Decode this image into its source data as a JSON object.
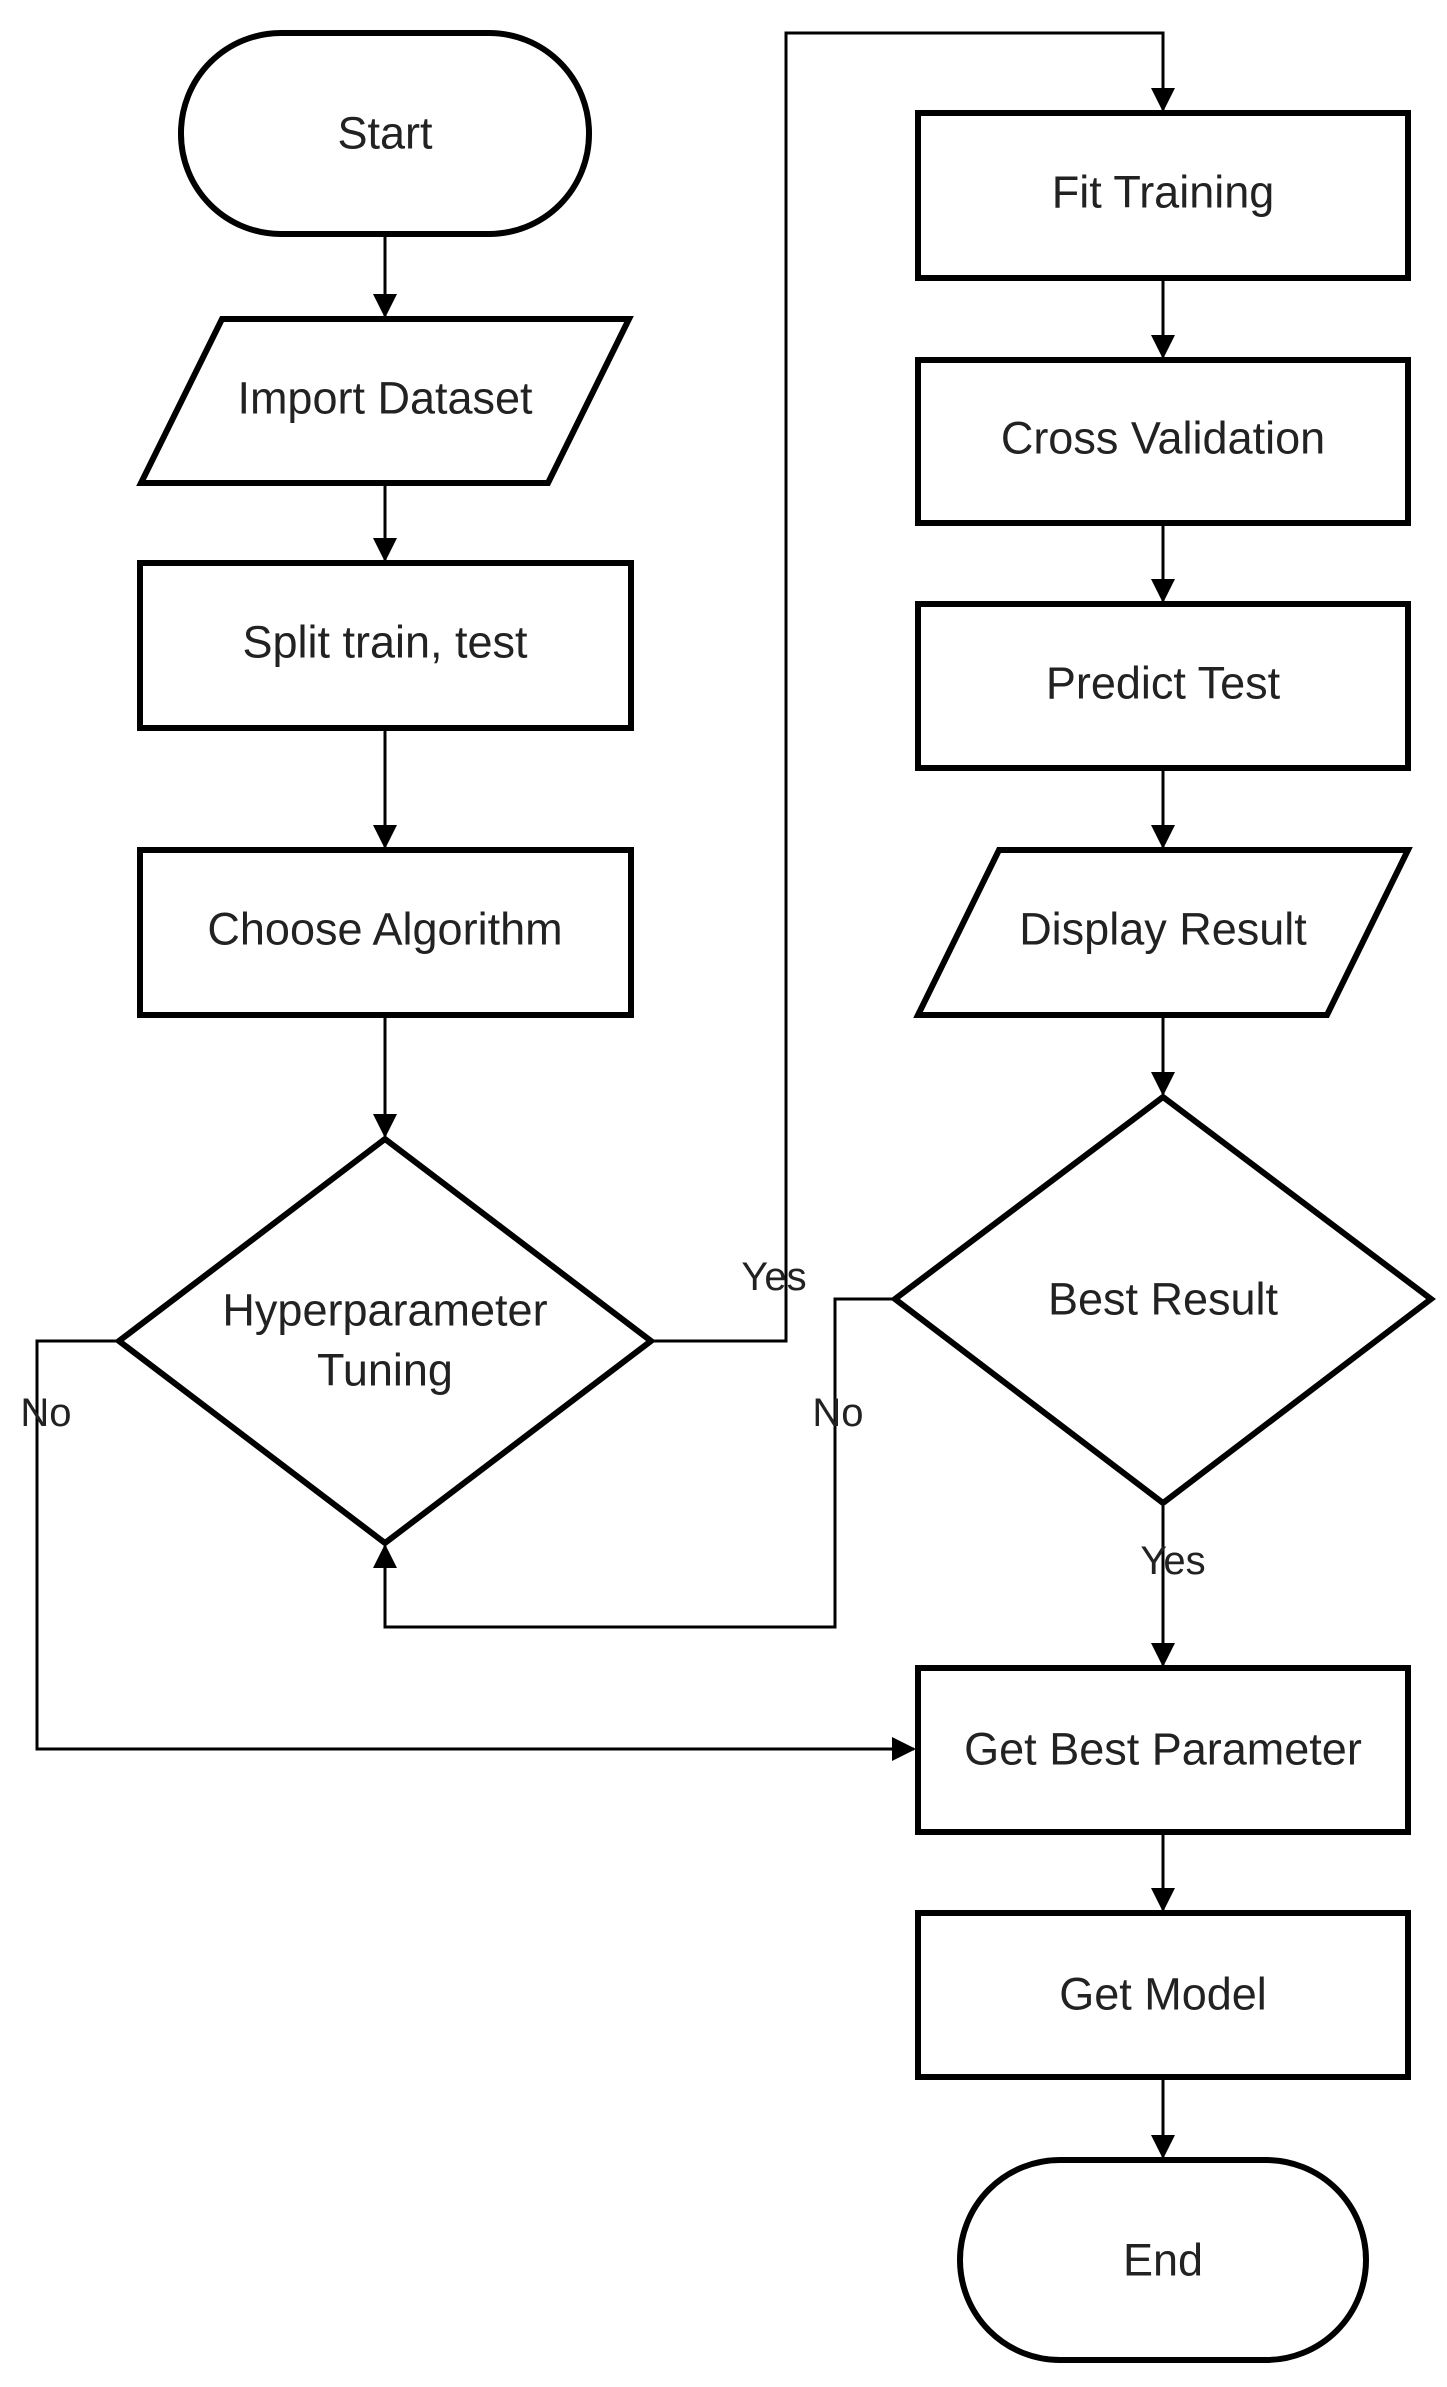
{
  "colors": {
    "stroke": "#000000",
    "text": "#222222",
    "background": "#ffffff"
  },
  "nodes": {
    "start": {
      "label": "Start",
      "shape": "terminator"
    },
    "import": {
      "label": "Import Dataset",
      "shape": "data"
    },
    "split": {
      "label": "Split train, test",
      "shape": "process"
    },
    "choose": {
      "label": "Choose Algorithm",
      "shape": "process"
    },
    "hyper": {
      "label_line1": "Hyperparameter",
      "label_line2": "Tuning",
      "shape": "decision"
    },
    "fit": {
      "label": "Fit Training",
      "shape": "process"
    },
    "cross": {
      "label": "Cross Validation",
      "shape": "process"
    },
    "predict": {
      "label": "Predict Test",
      "shape": "process"
    },
    "display": {
      "label": "Display Result",
      "shape": "data"
    },
    "best": {
      "label": "Best Result",
      "shape": "decision"
    },
    "getparam": {
      "label": "Get Best Parameter",
      "shape": "process"
    },
    "getmodel": {
      "label": "Get Model",
      "shape": "process"
    },
    "end": {
      "label": "End",
      "shape": "terminator"
    }
  },
  "edges": {
    "hyper_yes": "Yes",
    "hyper_no": "No",
    "best_no": "No",
    "best_yes": "Yes"
  }
}
